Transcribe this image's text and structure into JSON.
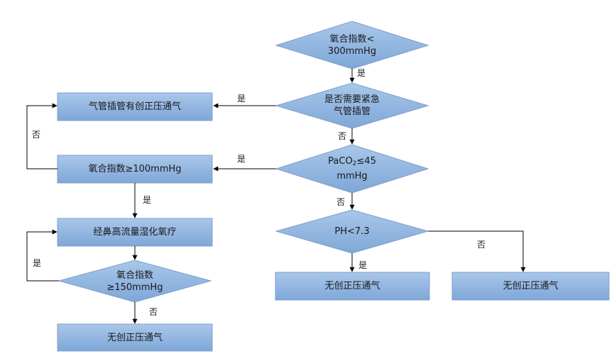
{
  "nodes": {
    "oi_lt_300": {
      "line1": "氧合指数<",
      "line2": "300mmHg"
    },
    "urgent_intubation": {
      "line1": "是否需要紧急",
      "line2": "气管插管"
    },
    "paco2": {
      "prefix": "PaCO",
      "sub": "2",
      "suffix": "≤45",
      "line2": "mmHg"
    },
    "ph": {
      "line1": "PH<7.3"
    },
    "niv_center": {
      "label": "无创正压通气"
    },
    "niv_right": {
      "label": "无创正压通气"
    },
    "invasive": {
      "label": "气管插管有创正压通气"
    },
    "oi_ge_100": {
      "label": "氧合指数≥100mmHg"
    },
    "hfnc": {
      "label": "经鼻高流量湿化氧疗"
    },
    "oi_ge_150": {
      "line1": "氧合指数",
      "line2": "≥150mmHg"
    },
    "niv_left": {
      "label": "无创正压通气"
    }
  },
  "edges": {
    "e1": "是",
    "e2": "是",
    "e3": "否",
    "e4": "是",
    "e5": "否",
    "e6": "否",
    "e7": "是",
    "e8": "是",
    "e9": "是",
    "e10": "否"
  },
  "colors": {
    "fill_top": "#a7c6ea",
    "fill_bottom": "#7fa9da",
    "stroke": "#7f9fc9",
    "line": "#000000"
  }
}
